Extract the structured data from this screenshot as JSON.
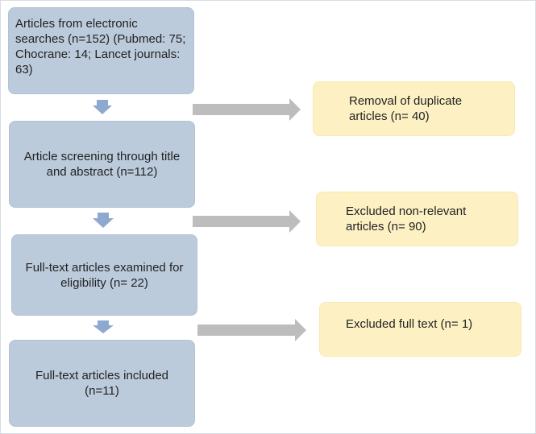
{
  "flow": {
    "steps": [
      "Articles from electronic searches (n=152) (Pubmed: 75; Chocrane: 14; Lancet journals: 63)",
      "Article screening through title and abstract (n=112)",
      "Full-text articles examined for eligibility (n= 22)",
      "Full-text articles included (n=11)"
    ],
    "exclusions": [
      "Removal of duplicate articles (n= 40)",
      "Excluded non-relevant articles (n= 90)",
      "Excluded full text (n= 1)"
    ]
  },
  "colors": {
    "step_box": "#bccbdc",
    "exclusion_box": "#fdf1c4",
    "down_arrow": "#8ea9cf",
    "side_arrow": "#bdbdbd"
  }
}
